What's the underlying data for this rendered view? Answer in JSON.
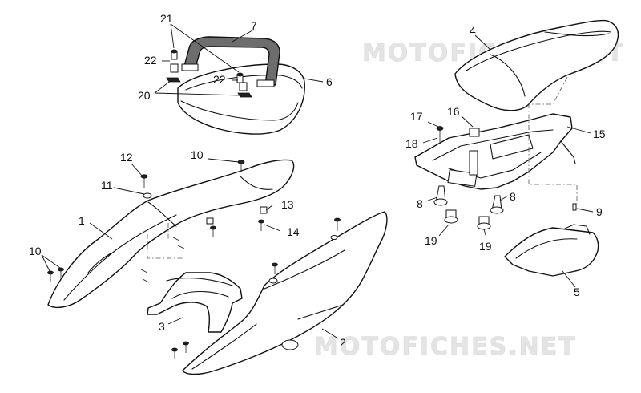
{
  "watermarks": [
    "MOTOFICHES.NET",
    "MOTOFICHES.NET"
  ],
  "callouts": [
    {
      "id": "21",
      "label": "21"
    },
    {
      "id": "7",
      "label": "7"
    },
    {
      "id": "22a",
      "label": "22"
    },
    {
      "id": "22b",
      "label": "22"
    },
    {
      "id": "6",
      "label": "6"
    },
    {
      "id": "20",
      "label": "20"
    },
    {
      "id": "4",
      "label": "4"
    },
    {
      "id": "16",
      "label": "16"
    },
    {
      "id": "17",
      "label": "17"
    },
    {
      "id": "18",
      "label": "18"
    },
    {
      "id": "15",
      "label": "15"
    },
    {
      "id": "12",
      "label": "12"
    },
    {
      "id": "10a",
      "label": "10"
    },
    {
      "id": "11",
      "label": "11"
    },
    {
      "id": "13",
      "label": "13"
    },
    {
      "id": "14",
      "label": "14"
    },
    {
      "id": "1",
      "label": "1"
    },
    {
      "id": "10b",
      "label": "10"
    },
    {
      "id": "3",
      "label": "3"
    },
    {
      "id": "2",
      "label": "2"
    },
    {
      "id": "8a",
      "label": "8"
    },
    {
      "id": "8b",
      "label": "8"
    },
    {
      "id": "9",
      "label": "9"
    },
    {
      "id": "19a",
      "label": "19"
    },
    {
      "id": "19b",
      "label": "19"
    },
    {
      "id": "5",
      "label": "5"
    }
  ]
}
